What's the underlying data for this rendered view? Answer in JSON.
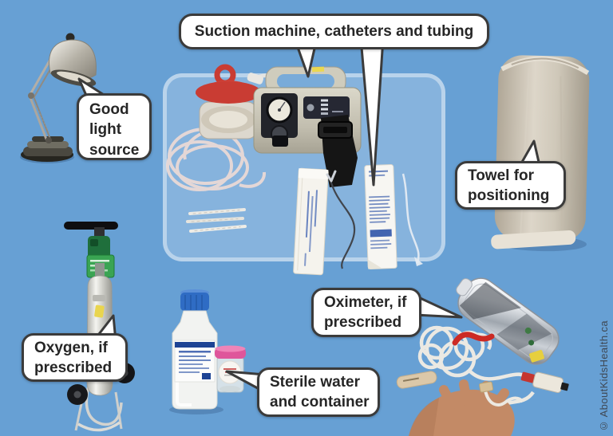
{
  "figure": {
    "watermark": "© AboutKidsHealth.ca",
    "description_objects": [
      "desk-lamp",
      "suction-machine",
      "collection-canister",
      "suction-tubing",
      "suction-catheters",
      "catheter-package-1",
      "catheter-package-2",
      "rolled-towel",
      "oxygen-tank-on-cart",
      "sterile-water-bottle",
      "sterile-container",
      "pulse-oximeter",
      "oximeter-probe",
      "child-hand"
    ]
  },
  "labels": {
    "suction": "Suction machine, catheters and tubing",
    "light": "Good\nlight\nsource",
    "towel": "Towel for\npositioning",
    "oxygen": "Oxygen, if\nprescribed",
    "sterile_water": "Sterile water\nand container",
    "oximeter": "Oximeter, if\nprescribed"
  },
  "colors": {
    "background": "#67a0d4",
    "panel_border": "rgba(255,255,255,0.42)",
    "panel_fill": "rgba(205,226,243,0.30)",
    "label_fill": "#ffffff",
    "label_border": "#3b3b3b",
    "label_text": "#262626",
    "watermark": "#3f4854",
    "canister_red": "#c93c33",
    "cap_blue": "#2f6cc4",
    "lid_pink": "#df569b",
    "regulator_green": "#2c8c46",
    "towel_beige": "#cfc7b8",
    "skin_tone": "#c38a66"
  }
}
